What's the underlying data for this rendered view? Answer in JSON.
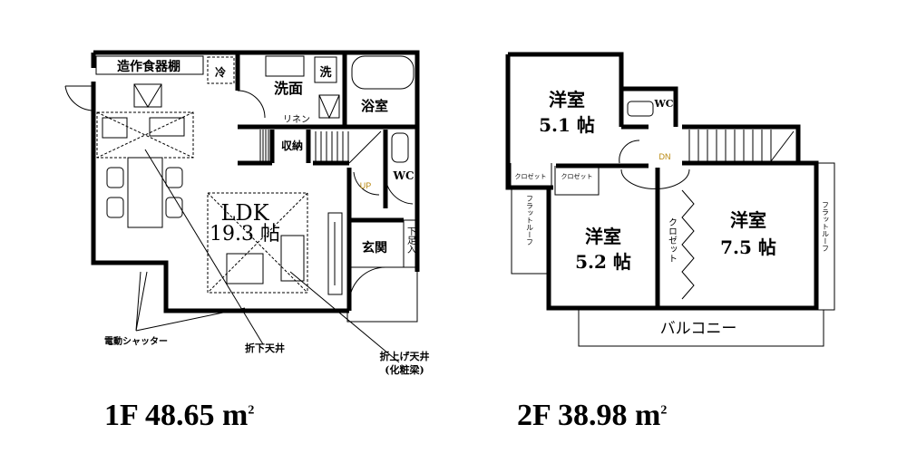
{
  "floor1": {
    "rooms": {
      "cabinet": "造作食器棚",
      "fridge": "冷",
      "washroom": "洗面",
      "washer": "洗",
      "bath": "浴室",
      "linen": "リネン",
      "storage": "収納",
      "wc": "WC",
      "up": "UP",
      "ldk": "LDK",
      "ldk_size": "19.3 帖",
      "entrance": "玄関",
      "shoe": "下足入"
    },
    "callouts": {
      "shutter": "電動シャッター",
      "lowered_ceiling": "折下天井",
      "raised_ceiling": "折上げ天井",
      "raised_ceiling_note": "(化粧梁)"
    },
    "area_label": "1F 48.65 m",
    "area_unit_sup": "2"
  },
  "floor2": {
    "rooms": {
      "room_a": "洋室",
      "room_a_size": "5.1 帖",
      "wc": "WC",
      "dn": "DN",
      "closet_a": "クロゼット",
      "closet_b": "クロゼット",
      "flat_roof_left": "フラットルーフ",
      "room_b": "洋室",
      "room_b_size": "5.2 帖",
      "closet_c": "クロゼット",
      "room_c": "洋室",
      "room_c_size": "7.5 帖",
      "flat_roof_right": "フラットルーフ",
      "balcony": "バルコニー"
    },
    "area_label": "2F 38.98 m",
    "area_unit_sup": "2"
  }
}
